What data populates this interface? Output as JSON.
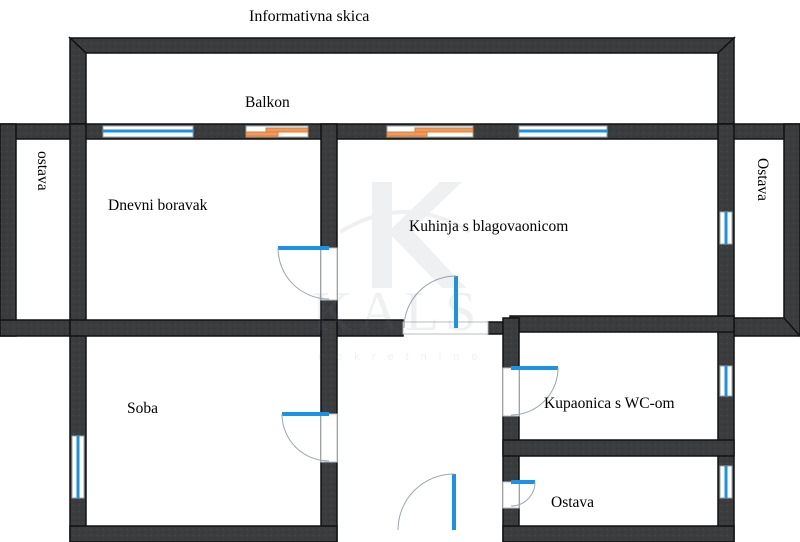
{
  "title": "Informativna skica",
  "rooms": {
    "balkon": "Balkon",
    "ostava_left": "ostava",
    "dnevni_boravak": "Dnevni boravak",
    "kuhinja": "Kuhinja s blagovaonicom",
    "ostava_right": "Ostava",
    "soba": "Soba",
    "kupaonica": "Kupaonica s WC-om",
    "ostava_small": "Ostava"
  },
  "colors": {
    "wall": "#3a3b3d",
    "window": "#1a93e6",
    "door_leaf": "#1a93e6",
    "balcony_door": "#f29a5c"
  },
  "watermark": {
    "logo_text": "KALS",
    "sub_text": "nekretnine"
  }
}
